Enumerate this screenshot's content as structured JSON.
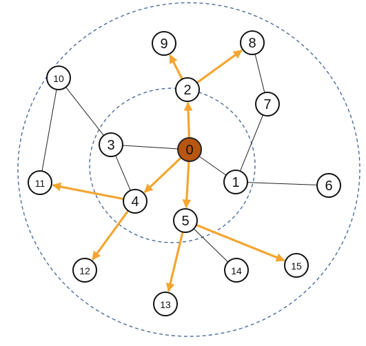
{
  "colors": {
    "tree_edge": "#f3a530",
    "plain_edge": "#222222",
    "root_fill": "#b8560f",
    "node_fill": "#ffffff",
    "ring_stroke": "#4a6a9a"
  },
  "nodes": [
    {
      "id": "0",
      "label": "0",
      "root": true
    },
    {
      "id": "1",
      "label": "1"
    },
    {
      "id": "2",
      "label": "2"
    },
    {
      "id": "3",
      "label": "3"
    },
    {
      "id": "4",
      "label": "4"
    },
    {
      "id": "5",
      "label": "5"
    },
    {
      "id": "6",
      "label": "6"
    },
    {
      "id": "7",
      "label": "7"
    },
    {
      "id": "8",
      "label": "8"
    },
    {
      "id": "9",
      "label": "9"
    },
    {
      "id": "10",
      "label": "10"
    },
    {
      "id": "11",
      "label": "11"
    },
    {
      "id": "12",
      "label": "12"
    },
    {
      "id": "13",
      "label": "13"
    },
    {
      "id": "14",
      "label": "14"
    },
    {
      "id": "15",
      "label": "15"
    }
  ],
  "edges": [
    {
      "from": "0",
      "to": "2",
      "directed": true
    },
    {
      "from": "0",
      "to": "4",
      "directed": true
    },
    {
      "from": "0",
      "to": "5",
      "directed": true
    },
    {
      "from": "2",
      "to": "9",
      "directed": true
    },
    {
      "from": "2",
      "to": "8",
      "directed": true
    },
    {
      "from": "4",
      "to": "11",
      "directed": true
    },
    {
      "from": "4",
      "to": "12",
      "directed": true
    },
    {
      "from": "5",
      "to": "13",
      "directed": true
    },
    {
      "from": "5",
      "to": "15",
      "directed": true
    },
    {
      "from": "0",
      "to": "3",
      "directed": false
    },
    {
      "from": "0",
      "to": "1",
      "directed": false
    },
    {
      "from": "3",
      "to": "4",
      "directed": false
    },
    {
      "from": "3",
      "to": "10",
      "directed": false
    },
    {
      "from": "10",
      "to": "11",
      "directed": false
    },
    {
      "from": "1",
      "to": "6",
      "directed": false
    },
    {
      "from": "1",
      "to": "7",
      "directed": false
    },
    {
      "from": "7",
      "to": "8",
      "directed": false
    },
    {
      "from": "5",
      "to": "14",
      "directed": false
    }
  ]
}
